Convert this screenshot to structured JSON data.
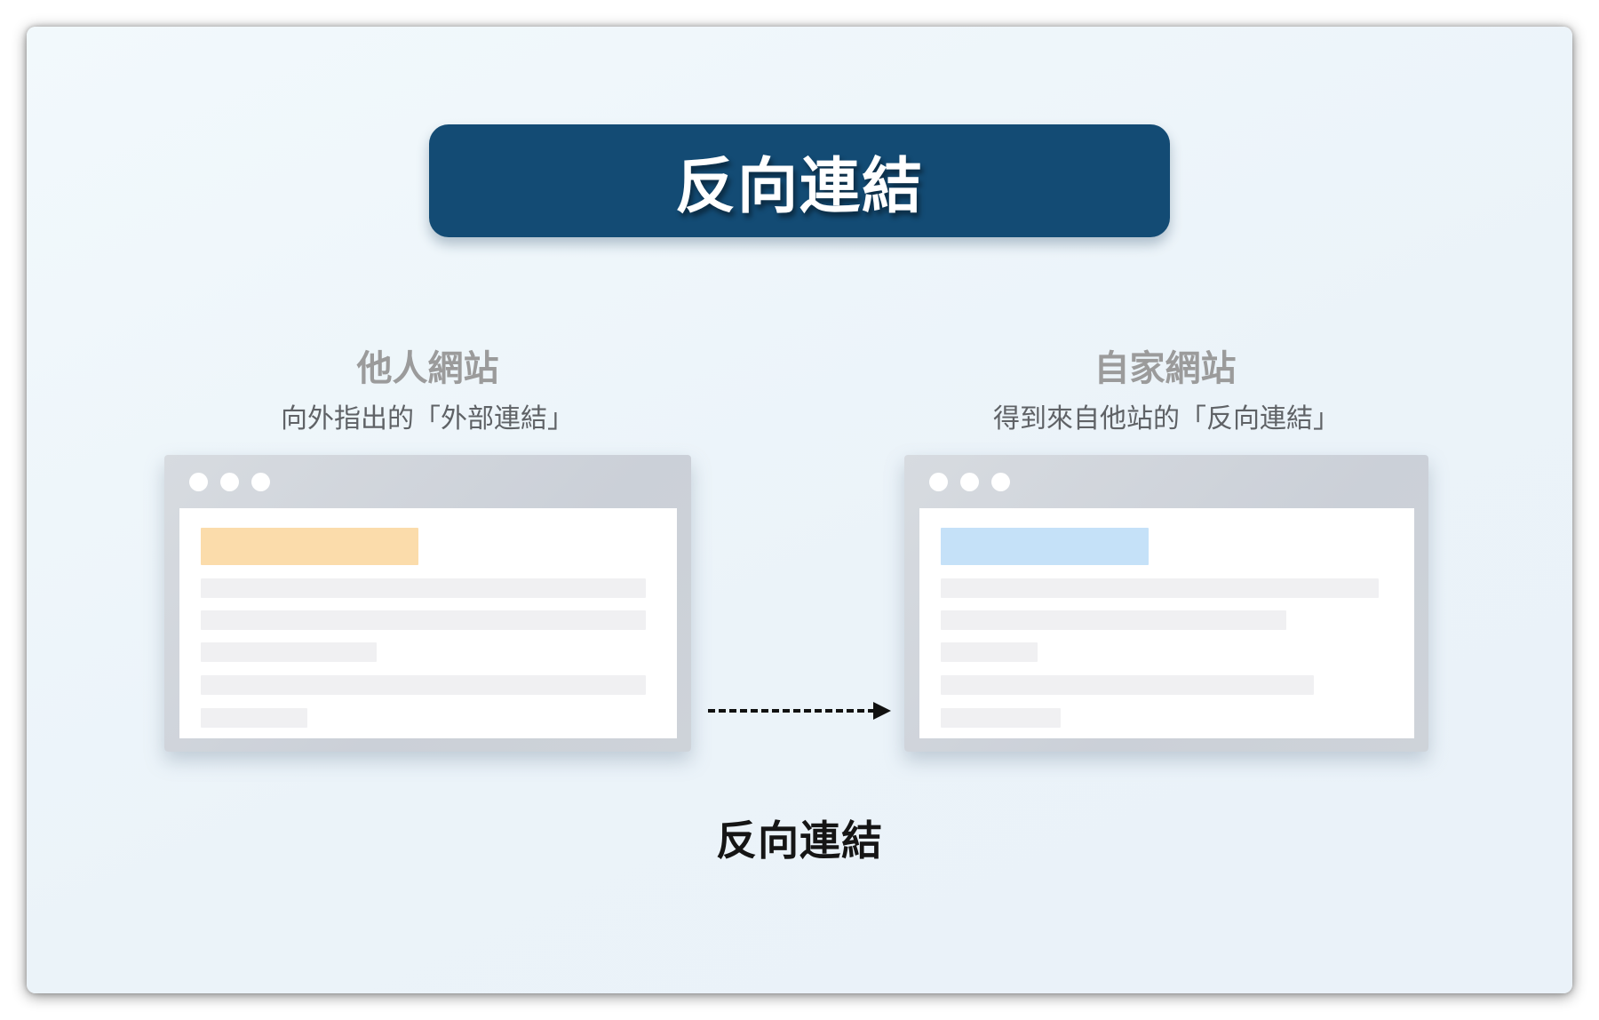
{
  "banner": {
    "title": "反向連結",
    "bg_color": "#134b74",
    "text_color": "#ffffff"
  },
  "left_site": {
    "title": "他人網站",
    "subtitle": "向外指出的「外部連結」",
    "highlight_color": "#fbdcab",
    "bars": [
      {
        "name": "highlight-bar",
        "w": "47%",
        "h": 42,
        "mt": 22,
        "c": "#fbdcab"
      },
      {
        "name": "text-line-bar",
        "w": "96%",
        "h": 22,
        "mt": 15,
        "c": "#f0f0f2"
      },
      {
        "name": "text-line-bar",
        "w": "96%",
        "h": 22,
        "mt": 14,
        "c": "#f0f0f2"
      },
      {
        "name": "text-line-bar",
        "w": "38%",
        "h": 22,
        "mt": 14,
        "c": "#f0f0f2"
      },
      {
        "name": "text-line-bar",
        "w": "96%",
        "h": 22,
        "mt": 15,
        "c": "#f0f0f2"
      },
      {
        "name": "text-line-bar",
        "w": "23%",
        "h": 22,
        "mt": 15,
        "c": "#f0f0f2"
      }
    ]
  },
  "right_site": {
    "title": "自家網站",
    "subtitle": "得到來自他站的「反向連結」",
    "highlight_color": "#c5e1f8",
    "bars": [
      {
        "name": "highlight-bar",
        "w": "45%",
        "h": 42,
        "mt": 22,
        "c": "#c5e1f8"
      },
      {
        "name": "text-line-bar",
        "w": "95%",
        "h": 22,
        "mt": 15,
        "c": "#f0f0f2"
      },
      {
        "name": "text-line-bar",
        "w": "75%",
        "h": 22,
        "mt": 14,
        "c": "#f0f0f2"
      },
      {
        "name": "text-line-bar",
        "w": "21%",
        "h": 22,
        "mt": 14,
        "c": "#f0f0f2"
      },
      {
        "name": "text-line-bar",
        "w": "81%",
        "h": 22,
        "mt": 15,
        "c": "#f0f0f2"
      },
      {
        "name": "text-line-bar",
        "w": "26%",
        "h": 22,
        "mt": 15,
        "c": "#f0f0f2"
      }
    ]
  },
  "arrow": {
    "caption": "反向連結",
    "color": "#111111",
    "style": "dashed"
  },
  "colors": {
    "panel_bg_top": "#f2f9fc",
    "panel_bg_bottom": "#eaf2f9",
    "browser_frame": "#ccd1d8",
    "placeholder_gray": "#f0f0f2",
    "label_gray": "#9b9b9b",
    "sublabel_gray": "#5f6266"
  }
}
